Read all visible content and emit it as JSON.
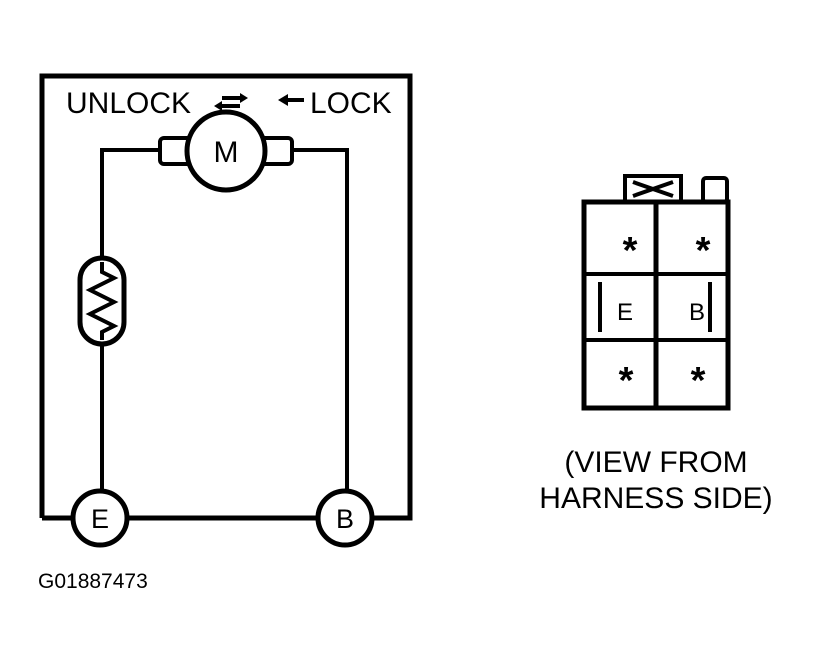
{
  "schematic": {
    "unlock_label": "UNLOCK",
    "lock_label": "LOCK",
    "motor_label": "M",
    "terminal_e": "E",
    "terminal_b": "B"
  },
  "connector": {
    "pins": [
      "*",
      "*",
      "E",
      "B",
      "*",
      "*"
    ],
    "caption_line1": "(VIEW FROM",
    "caption_line2": "HARNESS SIDE)"
  },
  "figure_code": "G01887473"
}
